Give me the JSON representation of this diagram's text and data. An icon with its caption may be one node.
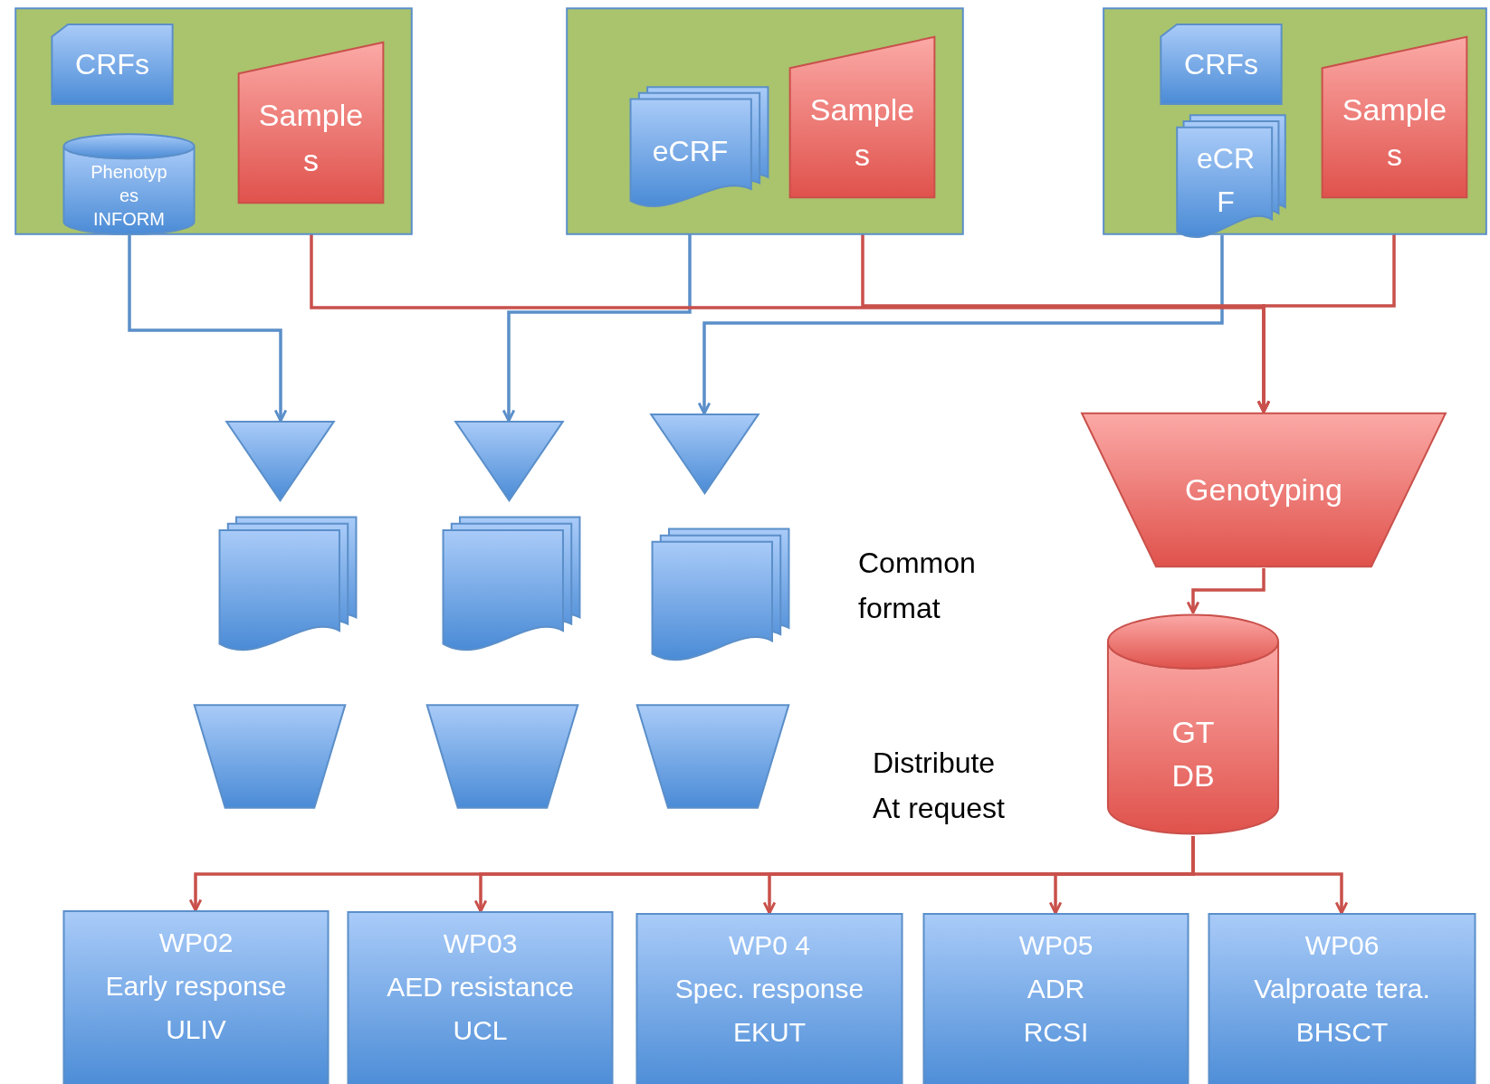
{
  "diagram": {
    "nodes": [
      {
        "text": [],
        "shape": "box"
      },
      {
        "text": [
          "CRFs"
        ],
        "in": 0
      },
      {
        "text": [
          "Phenotyp es INFORM"
        ],
        "in": 0
      },
      {
        "text": [
          "Sample s"
        ],
        "in": 0
      },
      {
        "text": [],
        "shape": "box"
      },
      {
        "text": [
          "eCRF"
        ],
        "in": 4
      },
      {
        "text": [
          "Sample s"
        ],
        "in": 4
      },
      {
        "text": [],
        "shape": "box"
      },
      {
        "text": [
          "CRFs"
        ],
        "in": 7
      },
      {
        "text": [
          "eCR F"
        ],
        "in": 7
      },
      {
        "text": [
          "Sample s"
        ],
        "in": 7
      },
      {
        "text": [],
        "shape": "triangle"
      },
      {
        "text": [],
        "shape": "triangle"
      },
      {
        "text": [],
        "shape": "triangle"
      },
      {
        "text": [
          "Genotyping"
        ]
      },
      {
        "text": [],
        "shape": "document"
      },
      {
        "text": [],
        "shape": "document"
      },
      {
        "text": [],
        "shape": "document"
      },
      {
        "text": [
          "GT DB"
        ]
      },
      {
        "text": [],
        "shape": "trapezoid"
      },
      {
        "text": [],
        "shape": "trapezoid"
      },
      {
        "text": [],
        "shape": "trapezoid"
      },
      {
        "text": [
          "WP02",
          "Early response",
          "ULIV"
        ]
      },
      {
        "text": [
          "WP03",
          "AED resistance",
          "UCL"
        ]
      },
      {
        "text": [
          "WP0 4",
          "Spec. response",
          "EKUT"
        ]
      },
      {
        "text": [
          "WP05",
          "ADR",
          "RCSI"
        ]
      },
      {
        "text": [
          "WP06",
          "Valproate tera.",
          "BHSCT"
        ]
      }
    ],
    "edges": [
      {
        "from": 2,
        "to": 11,
        "arrow": "to",
        "color": "#5b8fc9"
      },
      {
        "from": 5,
        "to": 12,
        "arrow": "to",
        "color": "#5b8fc9"
      },
      {
        "from": 9,
        "to": 13,
        "arrow": "to",
        "color": "#5b8fc9"
      },
      {
        "from": 3,
        "to": 14,
        "arrow": "to"
      },
      {
        "from": 6,
        "to": 14,
        "arrow": "to"
      },
      {
        "from": 10,
        "to": 14,
        "arrow": "to"
      },
      {
        "from": 14,
        "to": 18,
        "arrow": "to"
      },
      {
        "from": 18,
        "to": 22,
        "arrow": "to"
      },
      {
        "from": 18,
        "to": 23,
        "arrow": "to"
      },
      {
        "from": 18,
        "to": 24,
        "arrow": "to"
      },
      {
        "from": 18,
        "to": 25,
        "arrow": "to"
      },
      {
        "from": 18,
        "to": 26,
        "arrow": "to"
      }
    ],
    "labels": [
      "Common format",
      "Distribute At request"
    ]
  }
}
